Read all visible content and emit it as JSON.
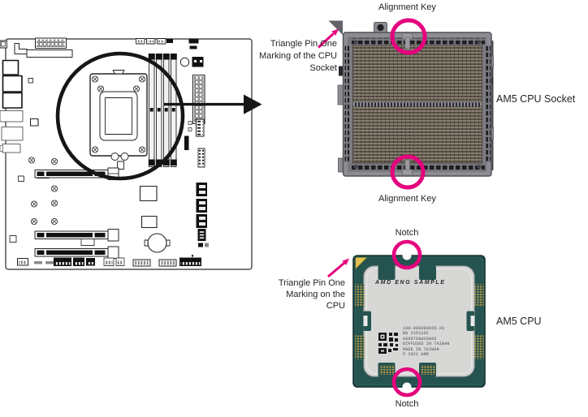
{
  "colors": {
    "highlight_pink": "#e5007d",
    "board_line": "#1a1a1a",
    "socket_frame_gray": "#8c8c92",
    "socket_pin_field": "#6b6357",
    "cpu_pcb_teal": "#255350",
    "cpu_ihs_silver": "#d7d8d6",
    "pin_one_gold": "#e4c350"
  },
  "socket_section": {
    "alignment_key_top": "Alignment Key",
    "alignment_key_bottom": "Alignment Key",
    "pin_one_callout": "Triangle Pin One\nMarking of the CPU\nSocket",
    "title": "AM5 CPU Socket"
  },
  "cpu_section": {
    "notch_top": "Notch",
    "notch_bottom": "Notch",
    "pin_one_callout": "Triangle Pin One\nMarking on the\nCPU",
    "title": "AM5 CPU",
    "ihs_marking": "AMD ENG SAMPLE",
    "chip_lines": [
      "100-000000665-20",
      "BG 2151SSC",
      "AS9875GW20065",
      "DIFFUSED IN TAIWAN",
      "MADE IN TAIWAN",
      "© 2021 AMD"
    ]
  }
}
